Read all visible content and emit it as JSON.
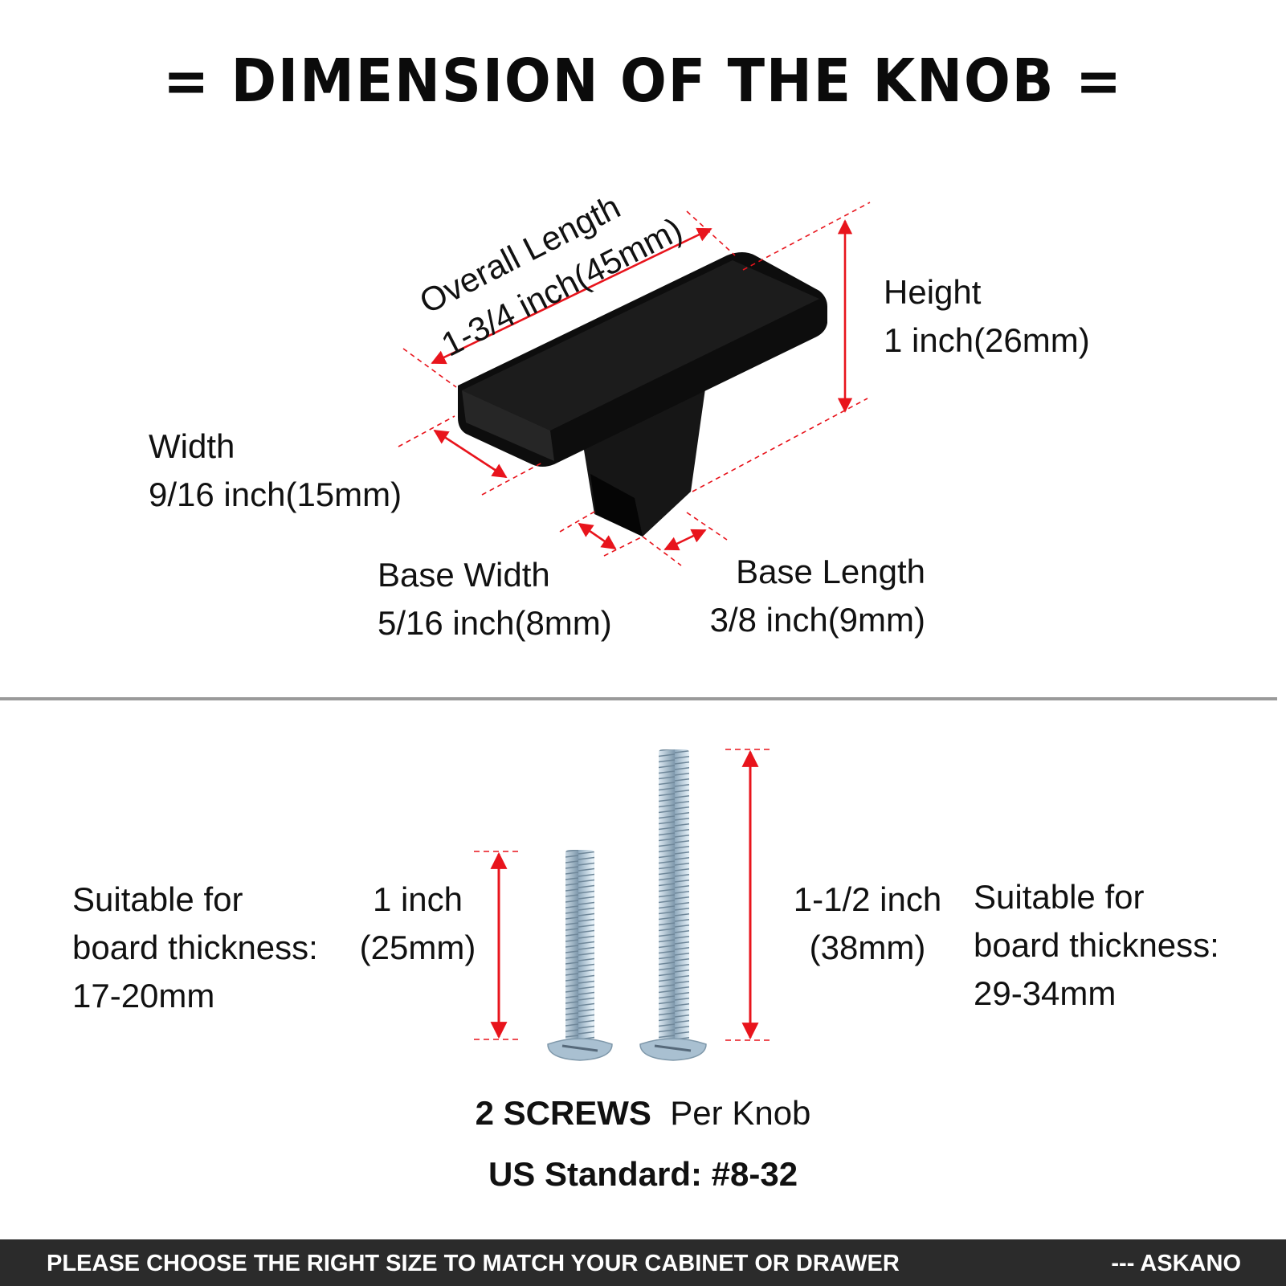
{
  "title": "= DIMENSION OF THE KNOB =",
  "knob_dimensions": {
    "overall_length": {
      "label": "Overall Length",
      "value": "1-3/4 inch(45mm)"
    },
    "height": {
      "label": "Height",
      "value": "1 inch(26mm)"
    },
    "width": {
      "label": "Width",
      "value": "9/16 inch(15mm)"
    },
    "base_width": {
      "label": "Base Width",
      "value": "5/16 inch(8mm)"
    },
    "base_length": {
      "label": "Base Length",
      "value": "3/8 inch(9mm)"
    }
  },
  "screws": {
    "short": {
      "length_line1": "1 inch",
      "length_line2": "(25mm)",
      "suitable_line1": "Suitable for",
      "suitable_line2": "board thickness:",
      "suitable_line3": "17-20mm"
    },
    "long": {
      "length_line1": "1-1/2 inch",
      "length_line2": "(38mm)",
      "suitable_line1": "Suitable for",
      "suitable_line2": "board thickness:",
      "suitable_line3": "29-34mm"
    },
    "count_bold": "2 SCREWS",
    "count_rest": "Per Knob",
    "standard": "US Standard:  #8-32"
  },
  "footer": {
    "message": "PLEASE CHOOSE THE RIGHT SIZE TO MATCH YOUR CABINET OR DRAWER",
    "brand": "--- ASKANO"
  },
  "colors": {
    "arrow": "#e8141c",
    "knob": "#0d0d0d",
    "footer_bg": "#2b2b2b",
    "divider": "#9a9a9a",
    "screw": "#b9cfe0"
  }
}
